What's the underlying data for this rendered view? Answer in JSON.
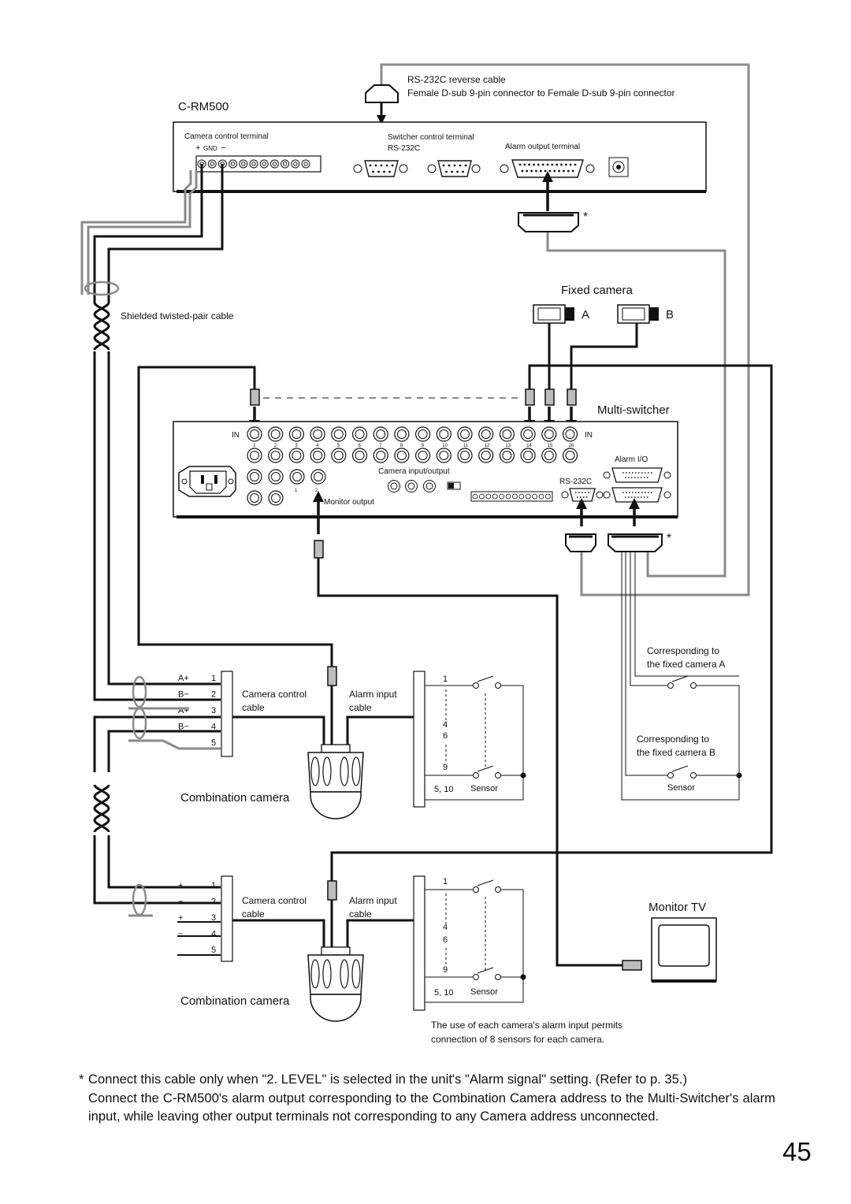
{
  "cable_top": {
    "title": "RS-232C reverse cable",
    "desc": "Female D-sub 9-pin connector to Female D-sub 9-pin connector"
  },
  "crm500": {
    "title": "C-RM500",
    "camera_terminal": "Camera control terminal",
    "plus": "+",
    "gnd": "GND",
    "minus": "−",
    "switcher_terminal": "Switcher control terminal",
    "rs232c": "RS-232C",
    "alarm_terminal": "Alarm output terminal"
  },
  "asterisk": "*",
  "shielded_cable": "Shielded twisted-pair cable",
  "fixed_camera": {
    "title": "Fixed camera",
    "a": "A",
    "b": "B"
  },
  "multi_switcher": {
    "title": "Multi-switcher",
    "in_left": "IN",
    "in_right": "IN",
    "channels": [
      "1",
      "2",
      "3",
      "4",
      "5",
      "6",
      "7",
      "8",
      "9",
      "10",
      "11",
      "12",
      "13",
      "14",
      "15",
      "16"
    ],
    "camera_io": "Camera input/output",
    "monitor_output": "Monitor output",
    "mon1": "1",
    "mon2": "2",
    "alarm_io": "Alarm I/O",
    "rs232c": "RS-232C"
  },
  "cam1_terminals": [
    {
      "sig": "A+",
      "pin": "1"
    },
    {
      "sig": "B−",
      "pin": "2"
    },
    {
      "sig": "A+",
      "pin": "3"
    },
    {
      "sig": "B−",
      "pin": "4"
    },
    {
      "sig": "",
      "pin": "5"
    }
  ],
  "cam2_terminals": [
    {
      "sig": "+",
      "pin": "1"
    },
    {
      "sig": "−",
      "pin": "2"
    },
    {
      "sig": "+",
      "pin": "3"
    },
    {
      "sig": "−",
      "pin": "4"
    },
    {
      "sig": "",
      "pin": "5"
    }
  ],
  "camera_control_cable": [
    "Camera control",
    "cable"
  ],
  "alarm_input_cable": [
    "Alarm input",
    "cable"
  ],
  "alarm_pins": [
    "1",
    "4",
    "6",
    "9",
    "5, 10"
  ],
  "sensor": "Sensor",
  "combination_camera": "Combination camera",
  "corresponding_a": [
    "Corresponding to",
    "the fixed camera A"
  ],
  "corresponding_b": [
    "Corresponding to",
    "the fixed camera B"
  ],
  "monitor_tv": "Monitor TV",
  "sensor_note": [
    "The use of each camera's alarm input permits",
    "connection of 8 sensors for each camera."
  ],
  "footnote": {
    "mark": "*",
    "line1": "Connect this cable only when \"2. LEVEL\" is selected in the unit's \"Alarm signal\" setting. (Refer to p. 35.)",
    "line2": "Connect the C-RM500's alarm output corresponding to the Combination Camera address to the Multi-Switcher's alarm input, while leaving other output terminals not corresponding to any Camera address unconnected."
  },
  "page_number": "45"
}
